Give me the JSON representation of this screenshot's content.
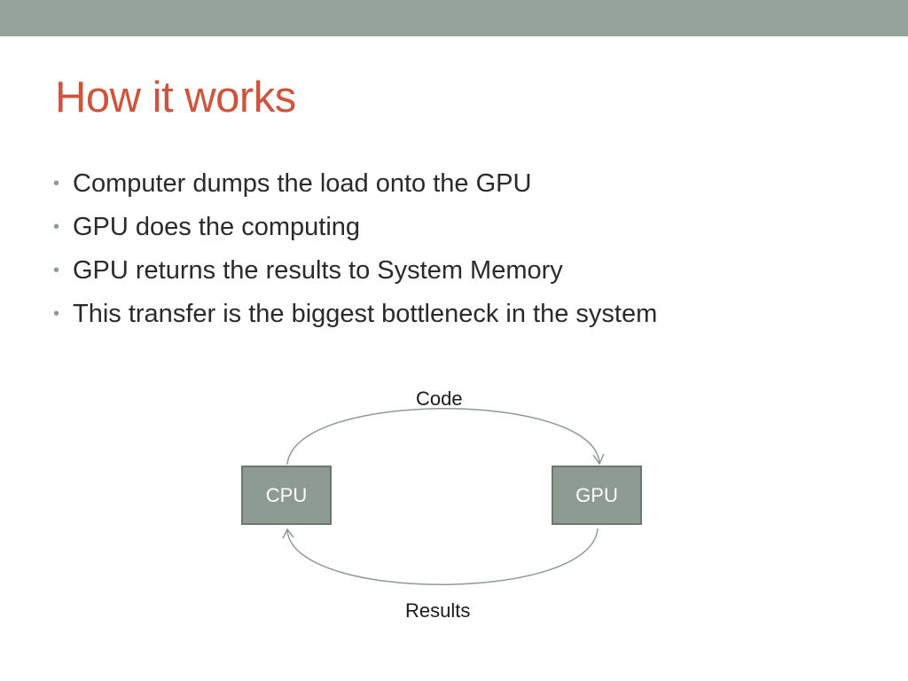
{
  "slide": {
    "title": "How it works",
    "bullets": [
      "Computer dumps the load onto the GPU",
      "GPU does the computing",
      "GPU returns the results to System Memory",
      "This transfer is the biggest bottleneck in the system"
    ]
  },
  "diagram": {
    "nodes": {
      "cpu": "CPU",
      "gpu": "GPU"
    },
    "edges": {
      "top": "Code",
      "bottom": "Results"
    }
  },
  "colors": {
    "top_band": "#95a39a",
    "title": "#cf543c",
    "box_fill": "#8e9b93",
    "arrow": "#8e9b93"
  }
}
